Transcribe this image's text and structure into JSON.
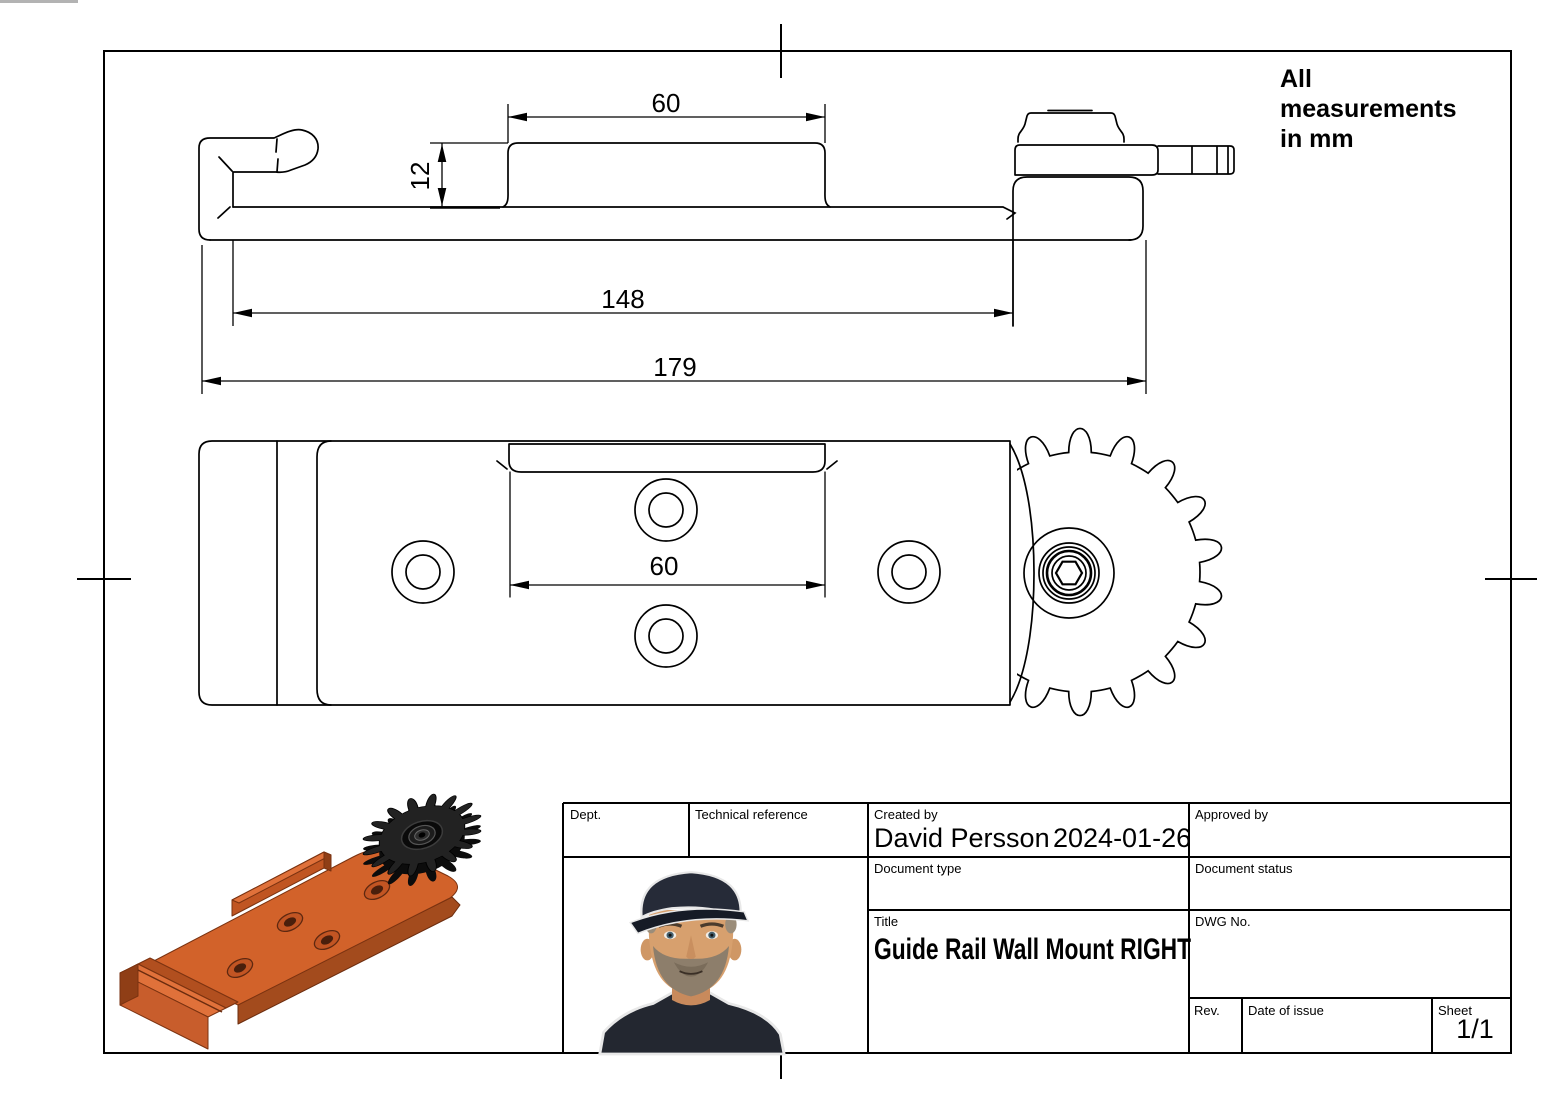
{
  "note": {
    "text": "All measurements in mm"
  },
  "dimensions": {
    "side_pad_width": "60",
    "side_pad_height": "12",
    "side_length_inner": "148",
    "side_length_total": "179",
    "plan_pad_width": "60"
  },
  "title_block": {
    "dept_label": "Dept.",
    "technical_reference_label": "Technical reference",
    "created_by_label": "Created by",
    "created_by_name": "David Persson",
    "created_by_date": "2024-01-26",
    "approved_by_label": "Approved by",
    "document_type_label": "Document type",
    "document_status_label": "Document status",
    "title_label": "Title",
    "title_value": "Guide Rail Wall Mount RIGHT",
    "dwg_no_label": "DWG No.",
    "rev_label": "Rev.",
    "date_of_issue_label": "Date of issue",
    "sheet_label": "Sheet",
    "sheet_value": "1/1"
  },
  "colors": {
    "line": "#000000",
    "background": "#ffffff",
    "part_orange": "#d2622a",
    "part_orange_light": "#e0713a",
    "part_orange_dark": "#a34b1d",
    "gear_black": "#1e1e1e"
  }
}
